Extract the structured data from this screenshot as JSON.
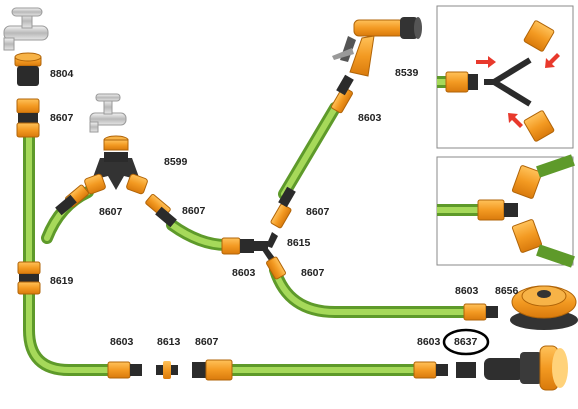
{
  "labels": {
    "l8804": "8804",
    "l8607_a": "8607",
    "l8599": "8599",
    "l8607_b": "8607",
    "l8607_c": "8607",
    "l8619": "8619",
    "l8539": "8539",
    "l8603_a": "8603",
    "l8607_d": "8607",
    "l8615": "8615",
    "l8603_b": "8603",
    "l8607_e": "8607",
    "l8603_c": "8603",
    "l8656": "8656",
    "l8603_d": "8603",
    "l8613": "8613",
    "l8607_f": "8607",
    "l8603_e": "8603",
    "l8637": "8637"
  },
  "highlighted_part": "8637",
  "colors": {
    "hose": "#8cc63f",
    "hose_dark": "#5e9a2a",
    "connector": "#f39a22",
    "connector_dark": "#2b2b2b",
    "arrow": "#e8392c",
    "highlight_ring": "#000000"
  },
  "icons": {
    "tap": "tap-icon",
    "spray_gun": "spray-gun-icon",
    "sprinkler": "sprinkler-icon",
    "nozzle": "nozzle-icon",
    "arrow": "red-arrow-icon"
  }
}
